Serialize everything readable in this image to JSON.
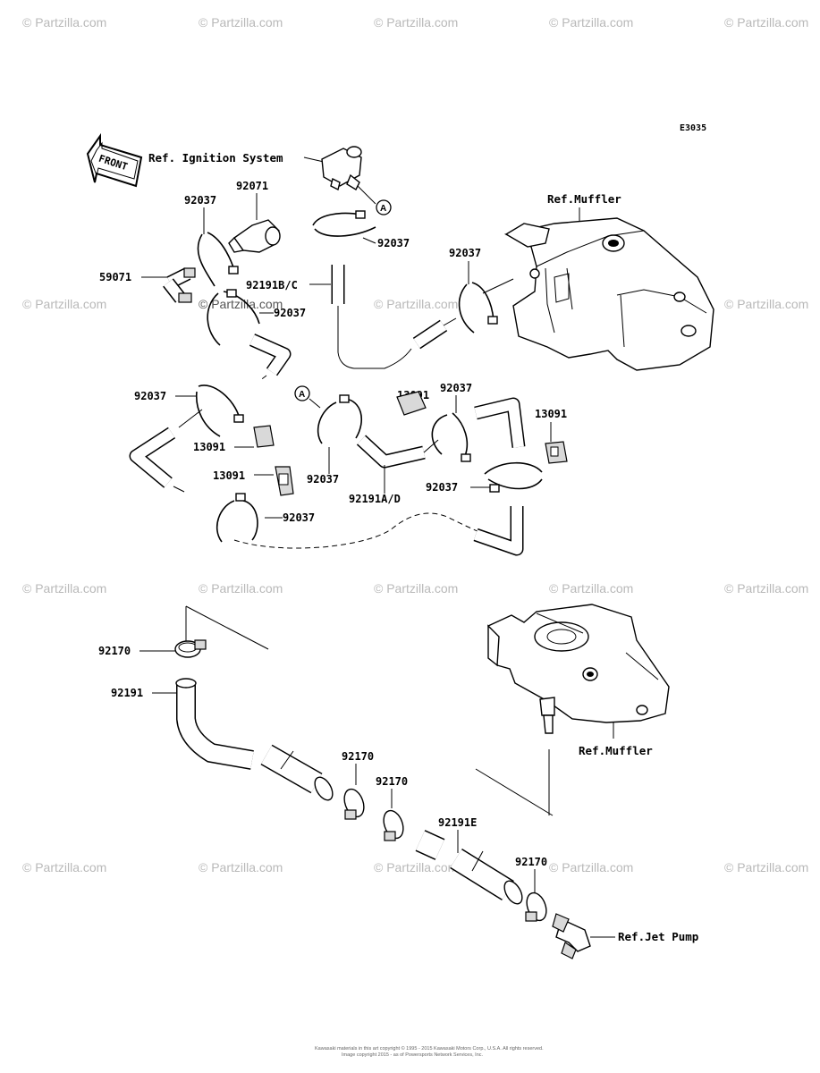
{
  "diagram_code": "E3035",
  "front_label": "FRONT",
  "references": {
    "ignition": "Ref. Ignition System",
    "muffler_top": "Ref.Muffler",
    "muffler_bottom": "Ref.Muffler",
    "jet_pump": "Ref.Jet Pump"
  },
  "callout_marker": "A",
  "part_numbers": {
    "p92071": "92071",
    "p92037_a": "92037",
    "p92037_b": "92037",
    "p92037_c": "92037",
    "p92037_d": "92037",
    "p92037_e": "92037",
    "p92037_f": "92037",
    "p92037_g": "92037",
    "p92037_h": "92037",
    "p92037_i": "92037",
    "p59071": "59071",
    "p92191bc": "92191B/C",
    "p13091_a": "13091",
    "p13091_b": "13091",
    "p13091_c": "13091",
    "p13091_d": "13091",
    "p92191ad": "92191A/D",
    "p92170_a": "92170",
    "p92170_b": "92170",
    "p92170_c": "92170",
    "p92170_d": "92170",
    "p92191": "92191",
    "p92191e": "92191E"
  },
  "watermark": "© Partzilla.com",
  "copyright": "Kawasaki materials in this art copyright © 1995 - 2015 Kawasaki Motors Corp., U.S.A. All rights reserved.",
  "copyright_2": "Image copyright 2015 - as of Powersports Network Services, Inc."
}
